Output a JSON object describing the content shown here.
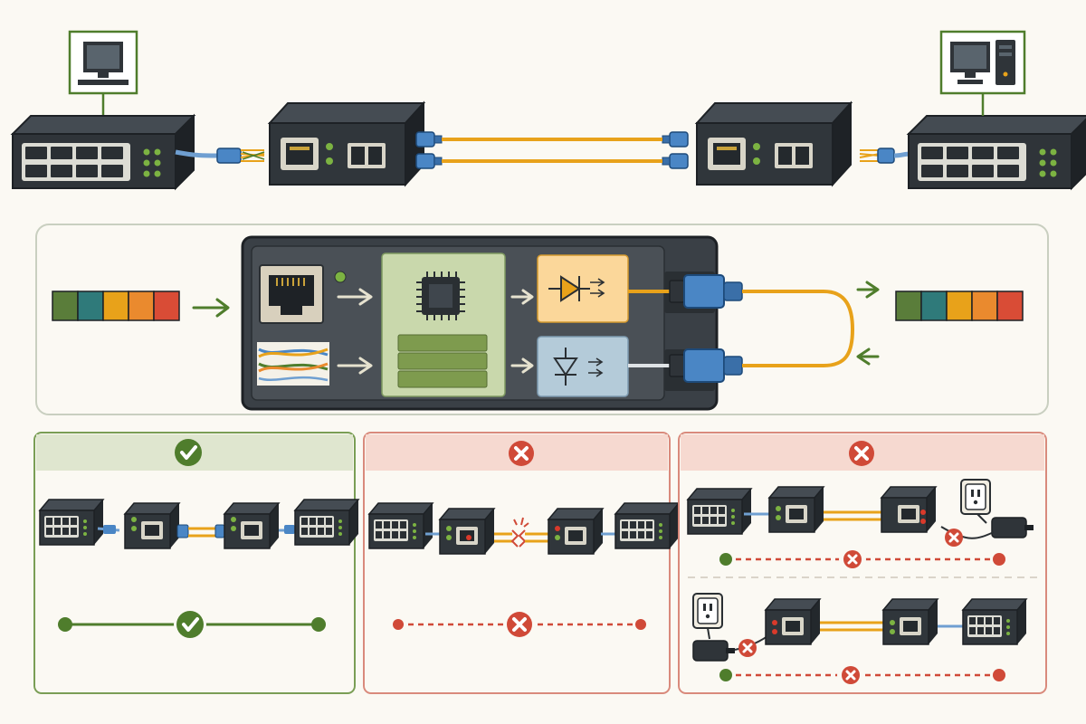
{
  "colors": {
    "background": "#fbf9f3",
    "device_dark": "#2f3439",
    "device_top": "#3f454b",
    "device_edge": "#1d2125",
    "fiber_yellow": "#e8a21a",
    "connector_blue": "#4a86c5",
    "ok_green": "#4f7d2c",
    "error_red": "#d04a38",
    "led_green": "#7cb342",
    "led_red": "#d93a2b",
    "panel_green_fill": "#c9d8ac",
    "tx_orange_fill": "#fbd79a",
    "rx_blue_fill": "#b4cbd9",
    "ok_panel_header": "#dfe6cf",
    "err_panel_header": "#f6d9d0"
  },
  "data_bar": [
    "#5a7d3a",
    "#2f7a7a",
    "#e8a21a",
    "#ea8a2e",
    "#d94c36"
  ],
  "icons": {
    "monitor_left": "monitor-icon",
    "desktop_right": "desktop-computer-icon",
    "chip": "chip-icon",
    "laser_diode": "laser-diode-icon",
    "photodiode": "photodiode-icon",
    "rj45_port": "rj45-port-icon",
    "twisted_pair": "twisted-pair-cable-icon",
    "check": "check-icon",
    "cross": "cross-icon",
    "wall_outlet": "wall-outlet-icon",
    "power_adapter": "power-adapter-icon"
  },
  "panels": [
    {
      "status": "ok",
      "status_icon": "check-icon",
      "link_status": "ok"
    },
    {
      "status": "fiber-break",
      "status_icon": "cross-icon",
      "link_status": "broken"
    },
    {
      "status": "power-fault",
      "status_icon": "cross-icon",
      "scenarios": [
        "left-converter-unpowered",
        "right-converter-unpowered"
      ]
    }
  ]
}
